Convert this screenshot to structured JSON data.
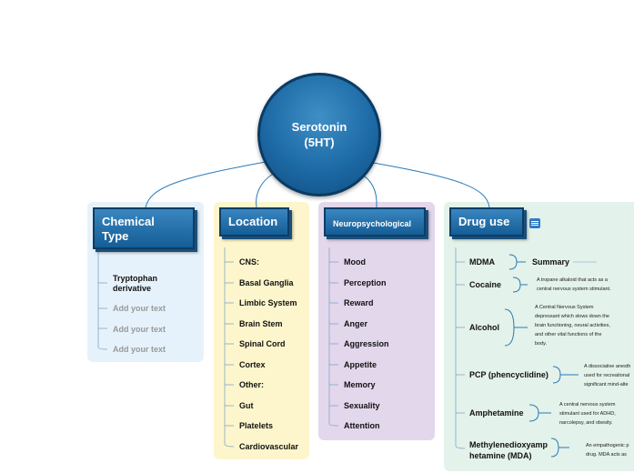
{
  "center": {
    "line1": "Serotonin",
    "line2": "(5HT)"
  },
  "chemical_type": {
    "title_line1": "Chemical",
    "title_line2": "Type",
    "items": [
      "Tryptophan",
      "derivative"
    ],
    "placeholders": [
      "Add your text",
      "Add your text",
      "Add your text"
    ]
  },
  "location": {
    "title": "Location",
    "items": [
      "CNS:",
      "Basal Ganglia",
      "Limbic System",
      "Brain Stem",
      "Spinal Cord",
      "Cortex",
      "Other:",
      "Gut",
      "Platelets",
      "Cardiovascular"
    ]
  },
  "neuro": {
    "title": "Neuropsychological",
    "items": [
      "Mood",
      "Perception",
      "Reward",
      "Anger",
      "Aggression",
      "Appetite",
      "Memory",
      "Sexuality",
      "Attention"
    ]
  },
  "drug_use": {
    "title": "Drug use",
    "mdma": "MDMA",
    "summary": "Summary",
    "cocaine": "Cocaine",
    "cocaine_desc": [
      "A tropane alkaloid that acts as a",
      "central nervous system stimulant."
    ],
    "alcohol": "Alcohol",
    "alcohol_desc": [
      "A Central Nervous System",
      "depressant which slows down the",
      "brain functioning, neural activities,",
      "and other vital functions of the",
      "body."
    ],
    "pcp": "PCP (phencyclidine)",
    "pcp_desc": [
      "A dissociative anesth",
      "used for recreational",
      "significant mind-alte"
    ],
    "amphetamine": "Amphetamine",
    "amphetamine_desc": [
      "A central nervous system",
      "stimulant used for ADHD,",
      "narcolepsy, and obesity."
    ],
    "mda_line1": "Methylenedioxyamp",
    "mda_line2": "hetamine (MDA)",
    "mda_desc": [
      "An empathogenic p",
      "drug. MDA acts as"
    ]
  },
  "colors": {
    "center_blue": "#1d6aa6",
    "chemical_bg": "#e6f2fb",
    "location_bg": "#fdf6cc",
    "neuro_bg": "#e3d7ec",
    "drug_bg": "#e3f2ea",
    "connector": "#2a7ab8"
  }
}
